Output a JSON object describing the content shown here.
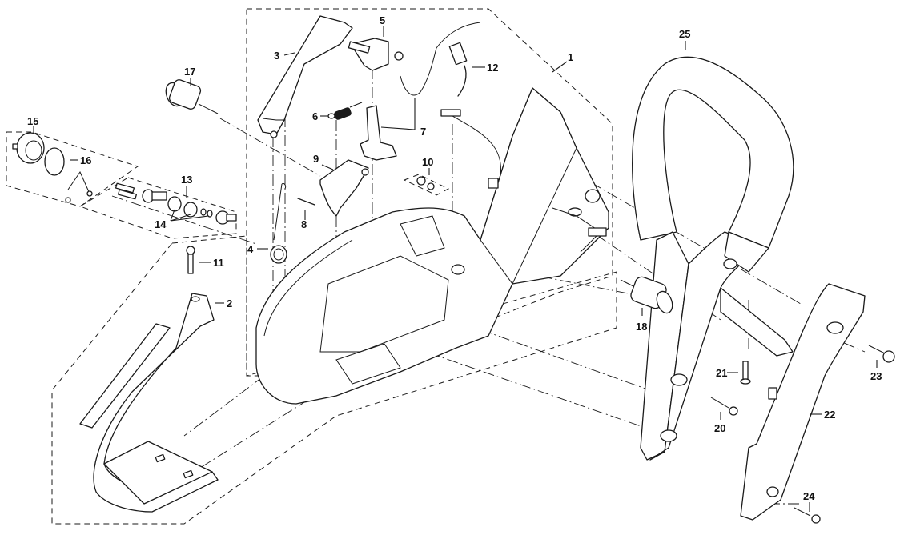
{
  "diagram": {
    "type": "exploded-parts-diagram",
    "subject": "Chainsaw handle housing assembly",
    "callouts": [
      {
        "id": "1",
        "label": "1",
        "part": "housing-group"
      },
      {
        "id": "2",
        "label": "2",
        "part": "lower-handle-grip"
      },
      {
        "id": "3",
        "label": "3",
        "part": "handle-cover"
      },
      {
        "id": "4",
        "label": "4",
        "part": "torsion-spring"
      },
      {
        "id": "5",
        "label": "5",
        "part": "lever-bracket"
      },
      {
        "id": "6",
        "label": "6",
        "part": "tension-spring"
      },
      {
        "id": "7",
        "label": "7",
        "part": "throttle-lever-cable"
      },
      {
        "id": "8",
        "label": "8",
        "part": "pin"
      },
      {
        "id": "9",
        "label": "9",
        "part": "throttle-trigger"
      },
      {
        "id": "10",
        "label": "10",
        "part": "grommet-set"
      },
      {
        "id": "11",
        "label": "11",
        "part": "screw"
      },
      {
        "id": "12",
        "label": "12",
        "part": "cable-hose"
      },
      {
        "id": "13",
        "label": "13",
        "part": "valve-group"
      },
      {
        "id": "14",
        "label": "14",
        "part": "valve-rings"
      },
      {
        "id": "15",
        "label": "15",
        "part": "tank-cap-group"
      },
      {
        "id": "16",
        "label": "16",
        "part": "o-ring"
      },
      {
        "id": "17",
        "label": "17",
        "part": "anti-vibration-spring-left"
      },
      {
        "id": "18",
        "label": "18",
        "part": "anti-vibration-spring-right"
      },
      {
        "id": "20",
        "label": "20",
        "part": "screw"
      },
      {
        "id": "21",
        "label": "21",
        "part": "screw"
      },
      {
        "id": "22",
        "label": "22",
        "part": "handle-bar-cover"
      },
      {
        "id": "23",
        "label": "23",
        "part": "screw"
      },
      {
        "id": "24",
        "label": "24",
        "part": "screw"
      },
      {
        "id": "25",
        "label": "25",
        "part": "front-handle-bar"
      }
    ]
  }
}
